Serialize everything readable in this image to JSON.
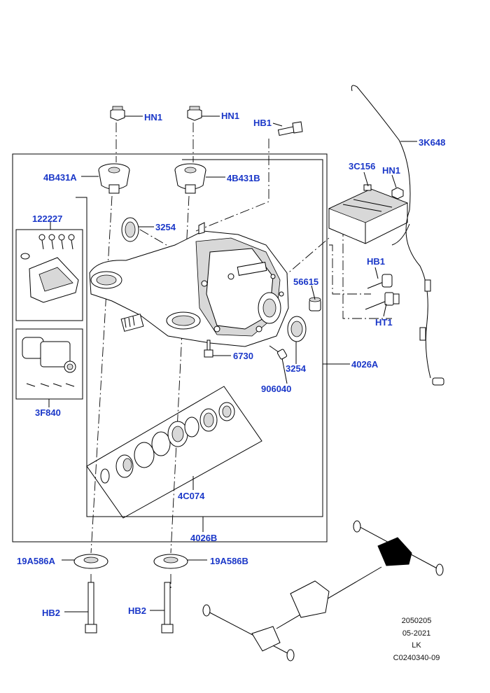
{
  "callouts": {
    "hn1_left": "HN1",
    "hn1_mid": "HN1",
    "hb1_top": "HB1",
    "k648": "3K648",
    "c156": "3C156",
    "hn1_right": "HN1",
    "b431a": "4B431A",
    "b431b": "4B431B",
    "p122227": "122227",
    "p3254_top": "3254",
    "p56615": "56615",
    "hb1_right": "HB1",
    "ht1": "HT1",
    "p6730": "6730",
    "p3254_bottom": "3254",
    "p4026a": "4026A",
    "p906040": "906040",
    "f840": "3F840",
    "c074": "4C074",
    "p4026b": "4026B",
    "a586a": "19A586A",
    "a586b": "19A586B",
    "hb2_left": "HB2",
    "hb2_right": "HB2"
  },
  "drawing_info": {
    "code": "2050205",
    "date": "05-2021",
    "region": "LK",
    "ref": "C0240340-09"
  },
  "colors": {
    "callout": "#1a37c8",
    "line": "#000000",
    "shade": "#d8d8d8",
    "vehicle_highlight": "#000000"
  }
}
